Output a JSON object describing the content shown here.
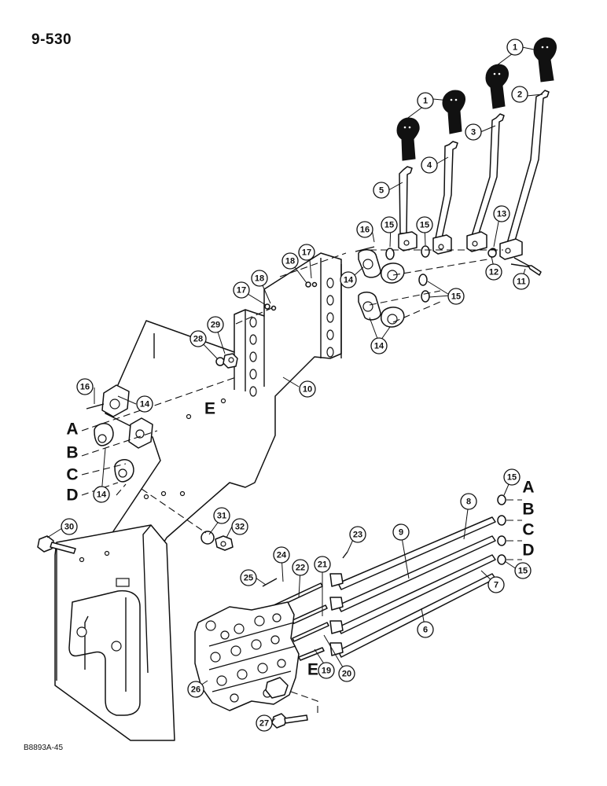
{
  "page_number": "9-530",
  "reference_code": "B8893A-45",
  "callouts": [
    "1",
    "1",
    "2",
    "3",
    "4",
    "5",
    "16",
    "15",
    "15",
    "13",
    "12",
    "11",
    "17",
    "18",
    "18",
    "17",
    "14",
    "15",
    "14",
    "29",
    "28",
    "10",
    "16",
    "14",
    "14",
    "30",
    "31",
    "32",
    "15",
    "8",
    "9",
    "23",
    "24",
    "25",
    "22",
    "21",
    "7",
    "15",
    "6",
    "20",
    "19",
    "26",
    "27"
  ],
  "letters": {
    "left": [
      "A",
      "B",
      "C",
      "D"
    ],
    "right": [
      "A",
      "B",
      "C",
      "D"
    ],
    "e_plate": "E",
    "e_valve": "E"
  }
}
